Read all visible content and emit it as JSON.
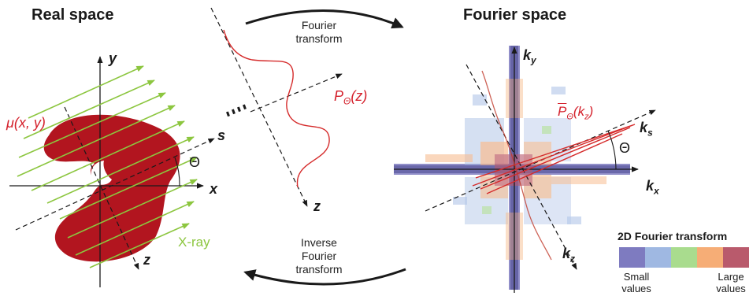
{
  "titles": {
    "real_space": "Real space",
    "fourier_space": "Fourier space"
  },
  "real_space": {
    "axis_x": "x",
    "axis_y": "y",
    "axis_s": "s",
    "axis_z": "z",
    "function_label": "μ(x, y)",
    "xray_label": "X-ray",
    "theta": "Θ"
  },
  "projection": {
    "label": "P",
    "label_sub": "Θ",
    "label_arg": "(z)",
    "axis_z": "z"
  },
  "transforms": {
    "forward": [
      "Fourier",
      "transform"
    ],
    "inverse": [
      "Inverse",
      "Fourier",
      "transform"
    ]
  },
  "fourier_space": {
    "axis_ky": "k",
    "axis_ky_sub": "y",
    "axis_kx": "k",
    "axis_kx_sub": "x",
    "axis_ks": "k",
    "axis_ks_sub": "s",
    "axis_kz": "k",
    "axis_kz_sub": "z",
    "projection_label": "P",
    "projection_sub": "Θ",
    "projection_arg": "(k",
    "projection_arg_sub": "z",
    "projection_close": ")",
    "theta": "Θ"
  },
  "legend": {
    "title": "2D Fourier transform",
    "small": [
      "Small",
      "values"
    ],
    "large": [
      "Large",
      "values"
    ],
    "colors": [
      "#7e7bc0",
      "#9fb8e2",
      "#a9dc8e",
      "#f6ad76",
      "#b95a6c"
    ]
  },
  "colors": {
    "object_red": "#b2151f",
    "xray_green": "#8cc63f",
    "profile_red": "#d52b2b",
    "label_red": "#d41f2a",
    "axis": "#1a1a1a"
  }
}
